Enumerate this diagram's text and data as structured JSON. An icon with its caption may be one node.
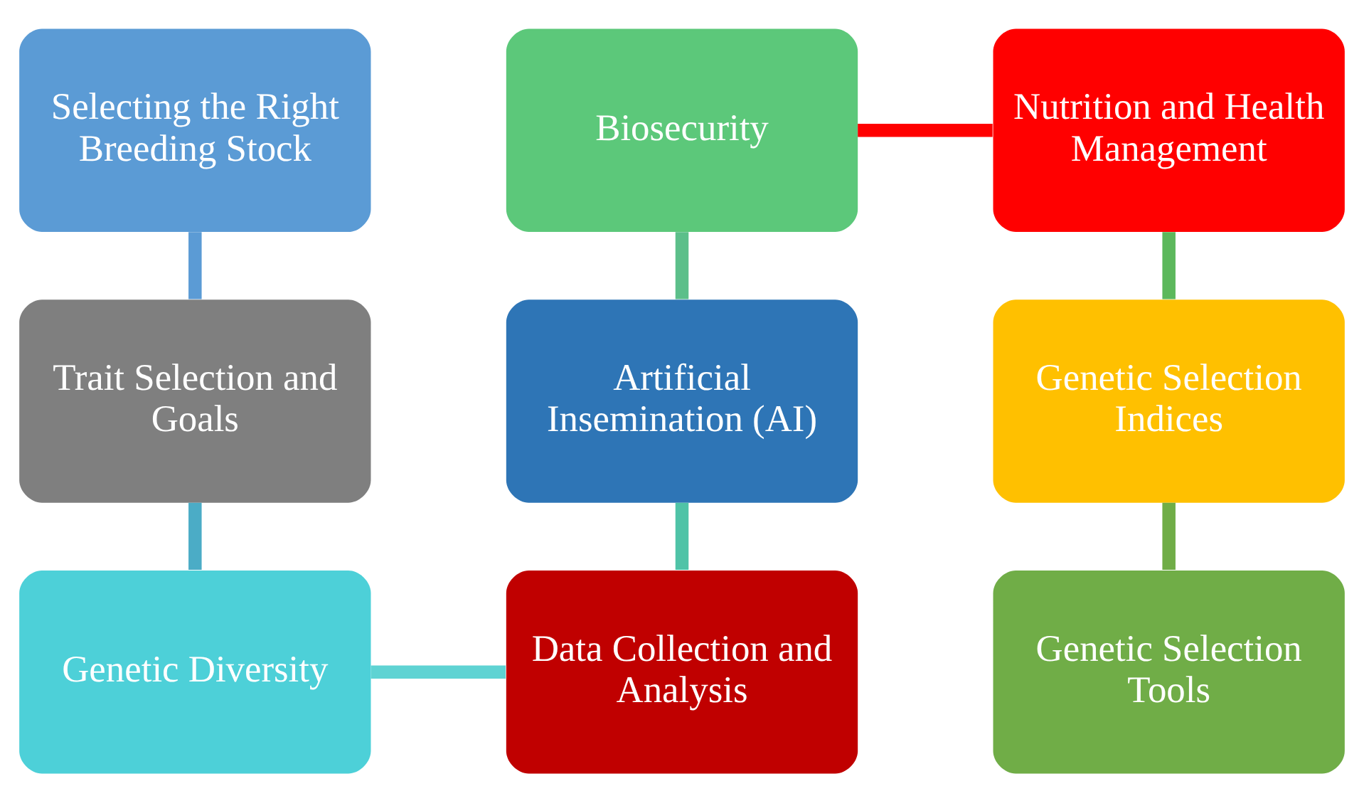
{
  "diagram": {
    "nodes": [
      {
        "text": [
          "Selecting the Right Breeding Stock"
        ]
      },
      {
        "text": [
          "Trait Selection and Goals"
        ]
      },
      {
        "text": [
          "Genetic Diversity"
        ]
      },
      {
        "text": [
          "Data Collection and Analysis"
        ]
      },
      {
        "text": [
          "Artificial Insemination (AI)"
        ]
      },
      {
        "text": [
          "Biosecurity"
        ]
      },
      {
        "text": [
          "Nutrition and Health Management"
        ]
      },
      {
        "text": [
          "Genetic Selection Indices"
        ]
      },
      {
        "text": [
          "Genetic Selection Tools"
        ]
      }
    ],
    "edges": [
      {
        "from": 0,
        "to": 1,
        "arrow": "none",
        "color": "#5b9bd5"
      },
      {
        "from": 1,
        "to": 2,
        "arrow": "none",
        "color": "#4bacc6"
      },
      {
        "from": 2,
        "to": 3,
        "arrow": "none",
        "color": "#5fd3d3"
      },
      {
        "from": 4,
        "to": 3,
        "arrow": "none",
        "color": "#4fc3a7"
      },
      {
        "from": 5,
        "to": 4,
        "arrow": "none",
        "color": "#5cbf8a"
      },
      {
        "from": 5,
        "to": 6,
        "arrow": "none",
        "color": "#ff0000"
      },
      {
        "from": 6,
        "to": 7,
        "arrow": "none",
        "color": "#5cb85c"
      },
      {
        "from": 7,
        "to": 8,
        "arrow": "none",
        "color": "#70ad47"
      }
    ]
  }
}
